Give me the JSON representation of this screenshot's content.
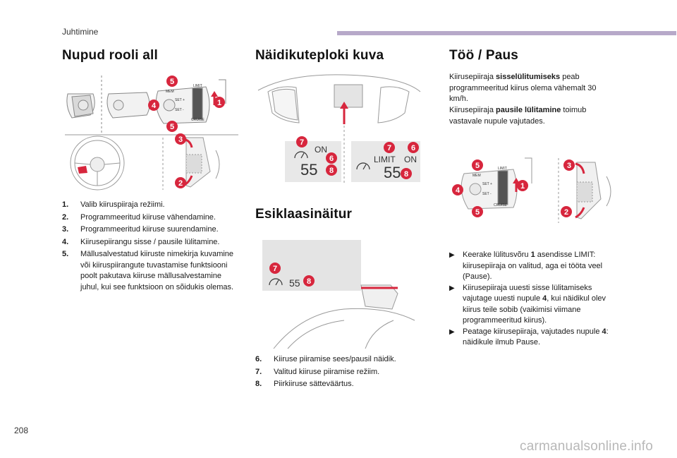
{
  "header": {
    "section": "Juhtimine"
  },
  "col1": {
    "title": "Nupud rooli all",
    "items": [
      {
        "num": "1.",
        "text": "Valib kiiruspiiraja režiimi."
      },
      {
        "num": "2.",
        "text": "Programmeeritud kiiruse vähendamine."
      },
      {
        "num": "3.",
        "text": "Programmeeritud kiiruse suurendamine."
      },
      {
        "num": "4.",
        "text": "Kiirusepiirangu sisse / pausile lülitamine."
      },
      {
        "num": "5.",
        "text": "Mällusalvestatud kiiruste nimekirja kuvamine või kiiruspiirangute tuvastamise funktsiooni poolt pakutava kiiruse mällusalvestamine juhul, kui see funktsioon on sõidukis olemas."
      }
    ]
  },
  "col2": {
    "title": "Näidikuteploki kuva",
    "display_on": "ON",
    "display_limit": "LIMIT",
    "display_speed": "55",
    "section2_title": "Esiklaasinäitur",
    "items": [
      {
        "num": "6.",
        "text": "Kiiruse piiramise sees/pausil näidik."
      },
      {
        "num": "7.",
        "text": "Valitud kiiruse piiramise režiim."
      },
      {
        "num": "8.",
        "text": "Piirkiiruse sätteväärtus."
      }
    ]
  },
  "col3": {
    "title": "Töö / Paus",
    "p1_pre": "Kiirusepiiraja ",
    "p1_bold": "sisselülitumiseks",
    "p1_post": " peab programmeeritud kiirus olema vähemalt 30 km/h.",
    "p2_pre": "Kiirusepiiraja ",
    "p2_bold": "pausile lülitamine",
    "p2_post": " toimub vastavale nupule vajutades.",
    "bullets": [
      {
        "pre": "Keerake lülitusvõru ",
        "bold": "1",
        "post": " asendisse LIMIT: kiirusepiiraja on valitud, aga ei tööta veel (Pause)."
      },
      {
        "pre": "Kiirusepiiraja uuesti sisse lülitamiseks vajutage uuesti nupule ",
        "bold": "4",
        "post": ", kui näidikul olev kiirus teile sobib (vaikimisi viimane programmeeritud kiirus)."
      },
      {
        "pre": "Peatage kiirusepiiraja, vajutades nupule ",
        "bold": "4",
        "post": ": näidikule ilmub Pause."
      }
    ]
  },
  "badges": {
    "b1": "1",
    "b2": "2",
    "b3": "3",
    "b4": "4",
    "b5": "5",
    "b6": "6",
    "b7": "7",
    "b8": "8"
  },
  "stalk_labels": {
    "mem": "MEM",
    "set_plus": "SET +",
    "set_minus": "SET -",
    "cruise": "CRUISE",
    "limit": "LIMIT"
  },
  "colors": {
    "badge": "#d7263d",
    "accent_bar": "#b7a9c9",
    "line": "#8a8a8a"
  },
  "footer": {
    "page": "208",
    "watermark": "carmanualsonline.info"
  }
}
